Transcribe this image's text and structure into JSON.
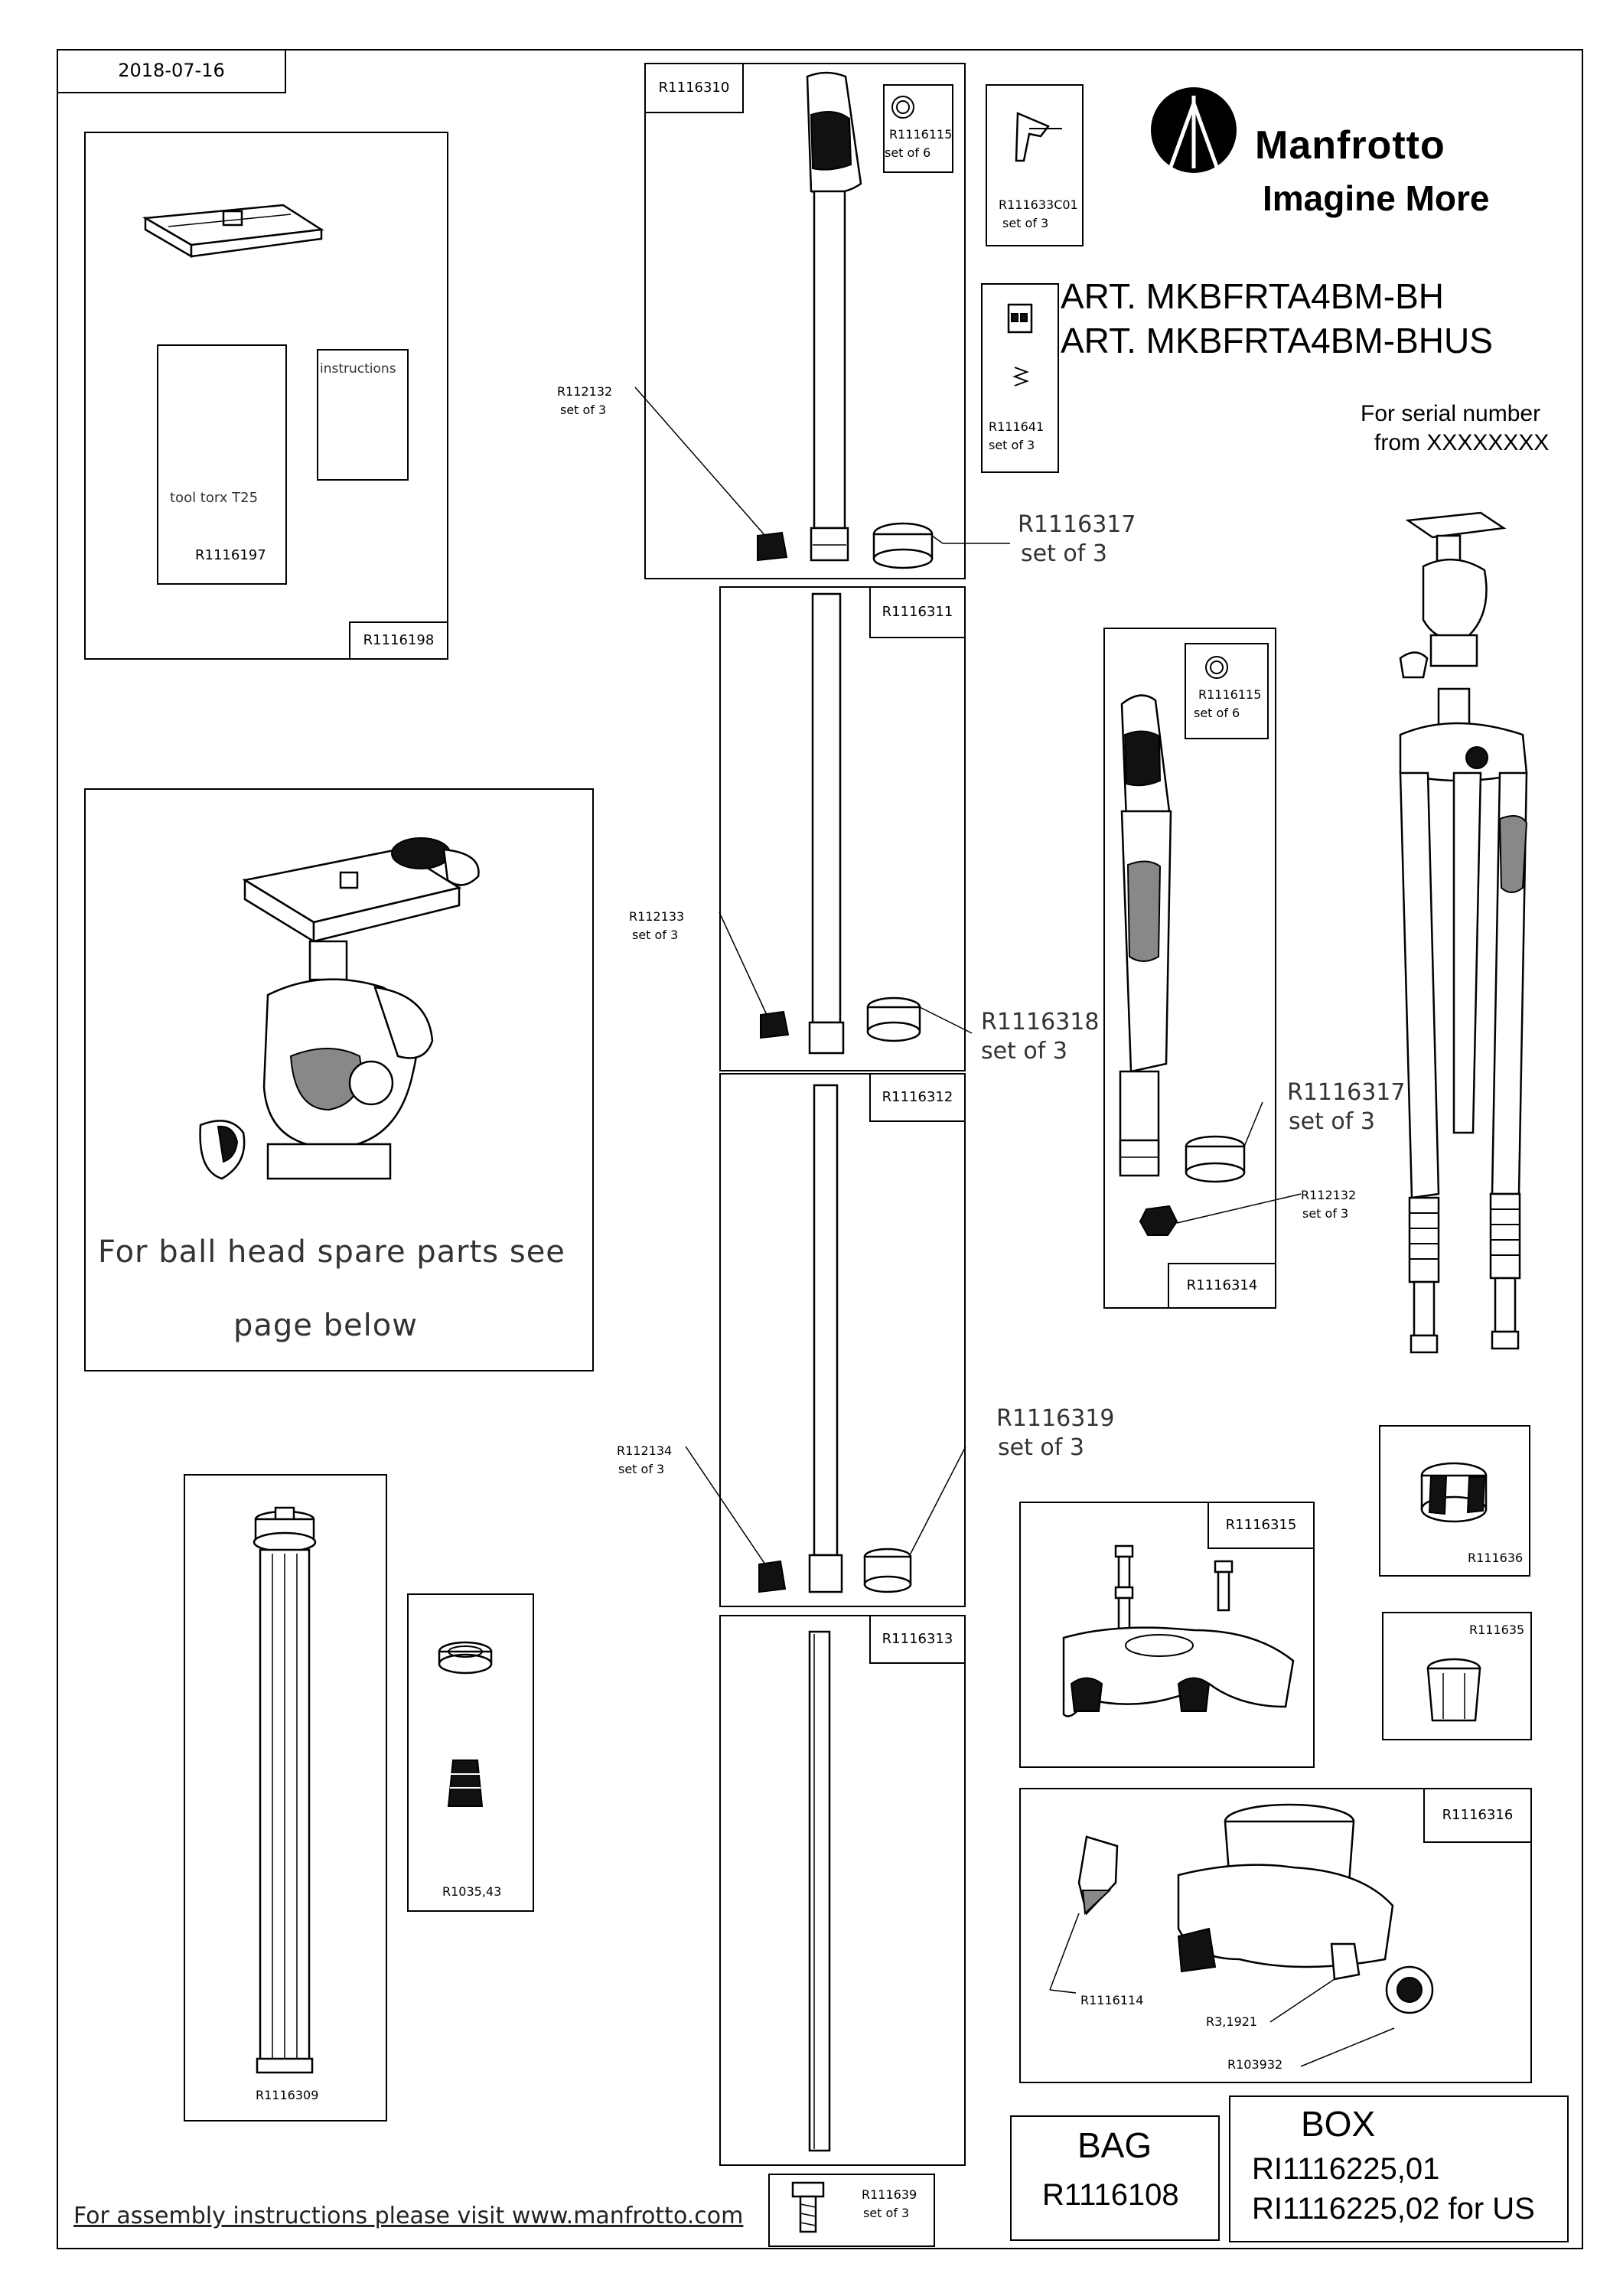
{
  "date": "2018-07-16",
  "brand": {
    "name": "Manfrotto",
    "tagline": "Imagine More"
  },
  "article": {
    "line1": "ART. MKBFRTA4BM-BH",
    "line2": "ART. MKBFRTA4BM-BHUS"
  },
  "serial": {
    "line1": "For serial number",
    "line2": "from XXXXXXXX"
  },
  "plate_kit": {
    "code": "R1116198",
    "tool_label": "tool torx T25",
    "tool_code": "R1116197",
    "instructions": "instructions"
  },
  "ballhead_note": {
    "line1": "For ball head spare parts see",
    "line2": "page below"
  },
  "leg1": {
    "code": "R1116310",
    "ring_code": "R1116115",
    "ring_qty": "set of 6",
    "lever_code": "R111633C01",
    "lever_qty": "set of 3",
    "clip_code": "R111641",
    "clip_qty": "set of 3",
    "foot_code": "R112132",
    "foot_qty": "set of 3",
    "collar_code": "R1116317",
    "collar_qty": "set of 3"
  },
  "leg2": {
    "code": "R1116311",
    "foot_code": "R112133",
    "foot_qty": "set of 3",
    "collar_code": "R1116318",
    "collar_qty": "set of 3"
  },
  "leg3": {
    "code": "R1116312",
    "foot_code": "R112134",
    "foot_qty": "set of 3",
    "collar_code": "R1116319",
    "collar_qty": "set of 3"
  },
  "leg4": {
    "code": "R1116313"
  },
  "screw": {
    "code": "R111639",
    "qty": "set of 3"
  },
  "leg_assy": {
    "code": "R1116314",
    "ring_code": "R1116115",
    "ring_qty": "set of 6",
    "collar_code": "R1116317",
    "collar_qty": "set of 3",
    "foot_code": "R112132",
    "foot_qty": "set of 3"
  },
  "column": {
    "code": "R1116309"
  },
  "column_parts": {
    "code": "R1035,43"
  },
  "spider": {
    "code": "R1116315"
  },
  "clamp1": {
    "code": "R111636"
  },
  "clamp2": {
    "code": "R111635"
  },
  "hub": {
    "code": "R1116316",
    "lever_code": "R1116114",
    "knob_code": "R3,1921",
    "cap_code": "R103932"
  },
  "bag": {
    "title": "BAG",
    "code": "R1116108"
  },
  "box": {
    "title": "BOX",
    "line1": "RI1116225,01",
    "line2": "RI1116225,02 for US"
  },
  "footer": "For assembly instructions please visit www.manfrotto.com"
}
